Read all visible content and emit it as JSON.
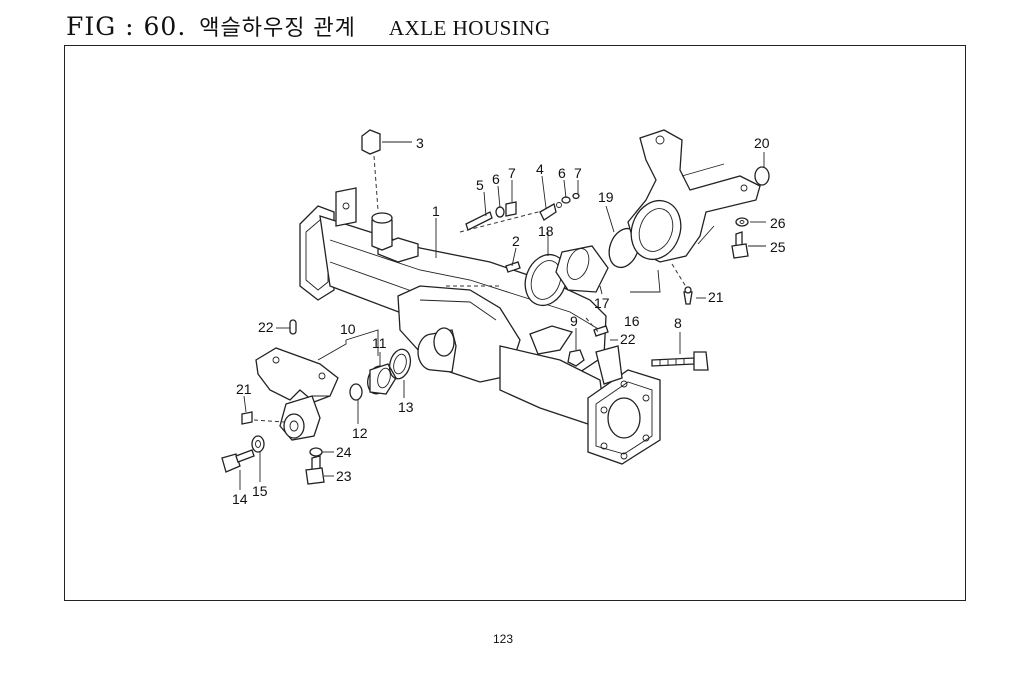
{
  "header": {
    "fig_label": "FIG : 60.",
    "korean_title": "액슬하우징 관계",
    "english_title": "AXLE HOUSING"
  },
  "footer": {
    "page_number": "123"
  },
  "callouts": {
    "c1": "1",
    "c2": "2",
    "c3": "3",
    "c4": "4",
    "c5": "5",
    "c6a": "6",
    "c7a": "7",
    "c6b": "6",
    "c7b": "7",
    "c8": "8",
    "c9": "9",
    "c10": "10",
    "c11": "11",
    "c12": "12",
    "c13": "13",
    "c14": "14",
    "c15": "15",
    "c16": "16",
    "c17": "17",
    "c18": "18",
    "c19": "19",
    "c20": "20",
    "c21a": "21",
    "c21b": "21",
    "c22a": "22",
    "c22b": "22",
    "c23": "23",
    "c24": "24",
    "c25": "25",
    "c26": "26"
  }
}
